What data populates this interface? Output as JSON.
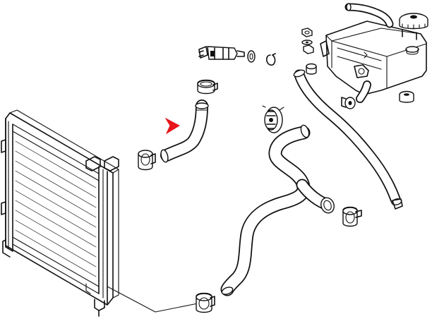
{
  "diagram": {
    "parts": [
      {
        "id": "radiator",
        "icon": "radiator-icon"
      },
      {
        "id": "expansion-tank",
        "icon": "tank-icon"
      },
      {
        "id": "radiator-cap",
        "icon": "cap-icon"
      },
      {
        "id": "upper-radiator-hose",
        "icon": "hose-icon",
        "highlighted": true
      },
      {
        "id": "lower-radiator-hose",
        "icon": "hose-icon"
      },
      {
        "id": "overflow-hose",
        "icon": "hose-icon"
      },
      {
        "id": "thermostat-housing",
        "icon": "thermostat-icon"
      },
      {
        "id": "temperature-sensor",
        "icon": "sensor-icon"
      },
      {
        "id": "hose-clamps",
        "icon": "clamp-icon"
      }
    ],
    "pointer": {
      "icon": "arrow-right-icon",
      "color": "#e8141b",
      "target": "upper-radiator-hose"
    },
    "colors": {
      "line": "#111111",
      "background": "#ffffff"
    }
  }
}
